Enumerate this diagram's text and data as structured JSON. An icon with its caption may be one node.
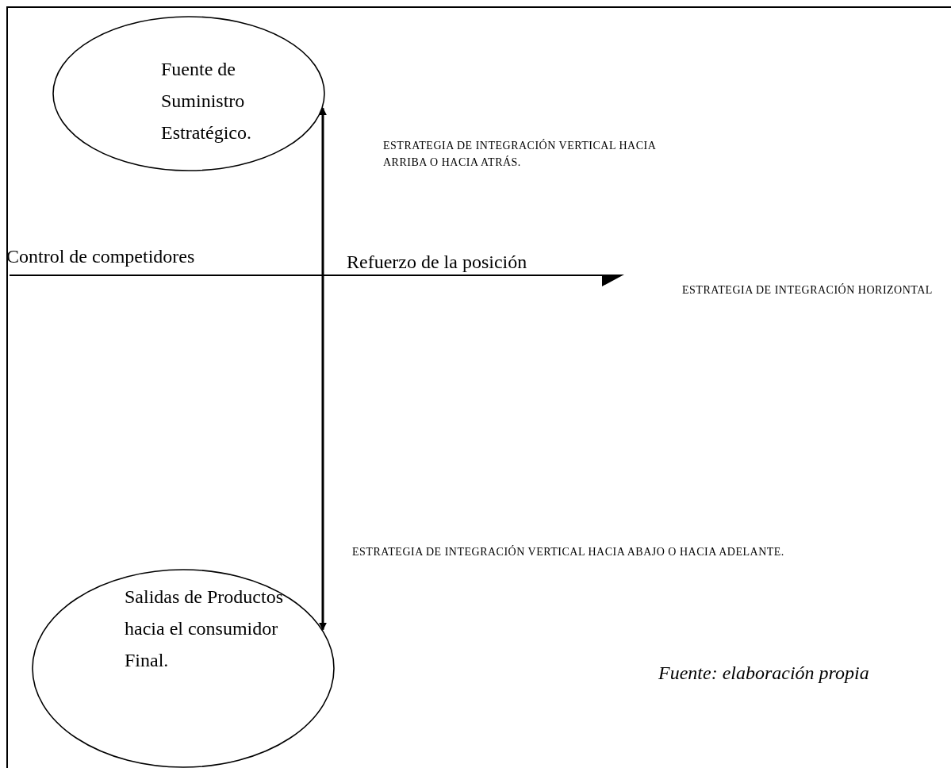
{
  "diagram": {
    "caption": "Fuente: elaboración propia",
    "nodes": [
      {
        "text": [
          "Fuente de Suministro Estratégico."
        ]
      },
      {
        "text": [
          "Salidas de Productos hacia el consumidor Final."
        ]
      }
    ],
    "edges": [
      {
        "from": 0,
        "to": 1,
        "arrow": "both"
      }
    ],
    "labels": [
      "ESTRATEGIA DE INTEGRACIÓN VERTICAL HACIA ARRIBA O HACIA ATRÁS.",
      "Control de competidores",
      "Refuerzo de la posición",
      "ESTRATEGIA DE INTEGRACIÓN HORIZONTAL",
      "ESTRATEGIA DE INTEGRACIÓN VERTICAL HACIA ABAJO O HACIA ADELANTE."
    ]
  }
}
